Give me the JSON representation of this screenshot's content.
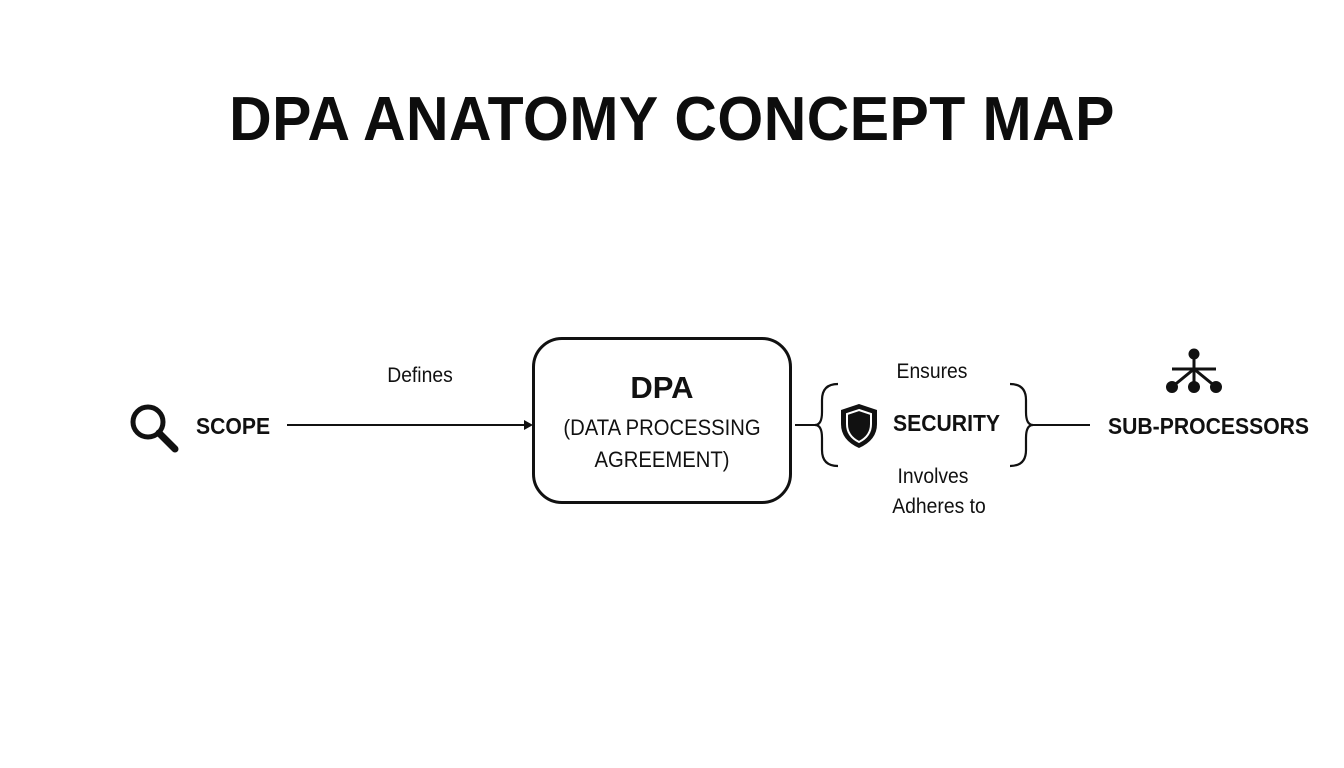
{
  "title": "DPA ANATOMY CONCEPT MAP",
  "nodes": {
    "scope": {
      "label": "SCOPE",
      "icon": "magnifier-icon"
    },
    "dpa": {
      "label": "DPA",
      "sublabel_line1": "(DATA PROCESSING",
      "sublabel_line2": "AGREEMENT)"
    },
    "security": {
      "label": "SECURITY",
      "icon": "shield-icon"
    },
    "subprocessors": {
      "label": "SUB-PROCESSORS",
      "icon": "network-tree-icon"
    }
  },
  "edges": {
    "defines": "Defines",
    "ensures": "Ensures",
    "involves": "Involves",
    "adheres_to": "Adheres to"
  },
  "colors": {
    "ink": "#111111",
    "background": "#ffffff"
  }
}
